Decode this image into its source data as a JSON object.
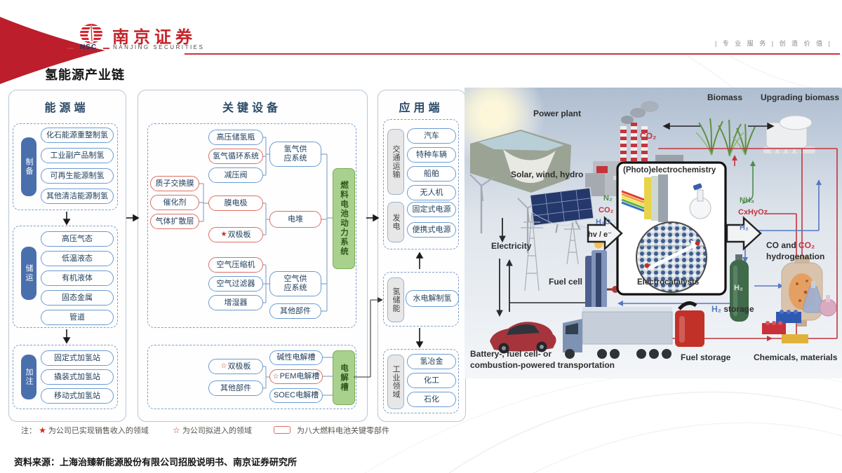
{
  "header": {
    "logo": {
      "nsc": "NSC",
      "cn": "南京证券",
      "en": "NANJING SECURITIES"
    },
    "slogan": "|  专 业 服 务  |  创 造 价 值  |"
  },
  "title": "氢能源产业链",
  "columns": {
    "energy": {
      "title": "能源端",
      "groups": [
        {
          "label": "制备",
          "items": [
            "化石能源重整制氢",
            "工业副产品制氢",
            "可再生能源制氢",
            "其他清洁能源制氢"
          ]
        },
        {
          "label": "储运",
          "items": [
            "高压气态",
            "低温液态",
            "有机液体",
            "固态金属",
            "管道"
          ]
        },
        {
          "label": "加注",
          "items": [
            "固定式加氢站",
            "撬装式加氢站",
            "移动式加氢站"
          ]
        }
      ]
    },
    "equipment": {
      "title": "关键设备",
      "fuel_cell_system": {
        "green_label": "燃料电池动力系统",
        "items": [
          {
            "label": "高压储氢瓶",
            "key": false
          },
          {
            "label": "氢气循环系统",
            "key": true
          },
          {
            "label": "减压阀",
            "key": false
          },
          {
            "label": "氢气供应系统",
            "key": false
          },
          {
            "label": "质子交换膜",
            "key": true
          },
          {
            "label": "催化剂",
            "key": true
          },
          {
            "label": "气体扩散层",
            "key": true
          },
          {
            "label": "膜电极",
            "key": true
          },
          {
            "label": "双极板",
            "key": true,
            "star": "★"
          },
          {
            "label": "电堆",
            "key": true
          },
          {
            "label": "空气压缩机",
            "key": true
          },
          {
            "label": "空气过滤器",
            "key": false
          },
          {
            "label": "增湿器",
            "key": false
          },
          {
            "label": "空气供应系统",
            "key": false
          },
          {
            "label": "其他部件",
            "key": false
          }
        ]
      },
      "electrolyzer": {
        "green_label": "电解槽",
        "items": [
          {
            "label": "双极板",
            "key": false,
            "star": "☆"
          },
          {
            "label": "其他部件",
            "key": false
          },
          {
            "label": "碱性电解槽",
            "key": false
          },
          {
            "label": "PEM电解槽",
            "key": true,
            "star": "☆"
          },
          {
            "label": "SOEC电解槽",
            "key": false
          }
        ]
      }
    },
    "application": {
      "title": "应用端",
      "groups": [
        {
          "label": "交通运输",
          "items": [
            "汽车",
            "特种车辆",
            "船舶",
            "无人机"
          ]
        },
        {
          "label": "发电",
          "items": [
            "固定式电源",
            "便携式电源"
          ]
        },
        {
          "label": "氢储能",
          "items": [
            "水电解制氢"
          ]
        },
        {
          "label": "工业领域",
          "items": [
            "氢冶金",
            "化工",
            "石化"
          ]
        }
      ]
    }
  },
  "illustration": {
    "power_plant": "Power plant",
    "biomass": "Biomass",
    "upgrading_biomass": "Upgrading biomass",
    "co2_top": "CO₂",
    "solar_wind_hydro": "Solar, wind, hydro",
    "electricity": "Electricity",
    "n2": "N₂",
    "co2_mid": "CO₂",
    "h2o": "H₂O",
    "hv_e": "hv / e⁻",
    "photo_box": "(Photo)electrochemistry",
    "electrocatalysts": "Electrocatalysts",
    "nh3": "NH₃",
    "cxhyoz": "CxHyOz",
    "h2_out": "H₂",
    "co_and": "CO and ",
    "co2_red": "CO₂",
    "hydrogenation": "hydrogenation",
    "fuel_cell": "Fuel cell",
    "h2_cylinder": "H₂",
    "h2_blue": "H₂",
    "storage": " storage",
    "transport_line1": "Battery-, fuel cell- or",
    "transport_line2": "combustion-powered transportation",
    "fuel_storage": "Fuel storage",
    "chemicals_materials": "Chemicals, materials"
  },
  "notes": {
    "prefix": "注：",
    "star_filled": "★",
    "note1": " 为公司已实现销售收入的领域",
    "star_hollow": "☆",
    "note2": " 为公司拟进入的领域",
    "note3": "为八大燃料电池关键零部件"
  },
  "source": "资料来源：上海治臻新能源股份有限公司招股说明书、南京证券研究所",
  "colors": {
    "brand_red": "#c5242b",
    "key_component_red": "#dd6e63",
    "node_blue": "#6a9bd1",
    "green_fill": "#a9d18e",
    "group_blue_fill": "#4a6fad"
  }
}
